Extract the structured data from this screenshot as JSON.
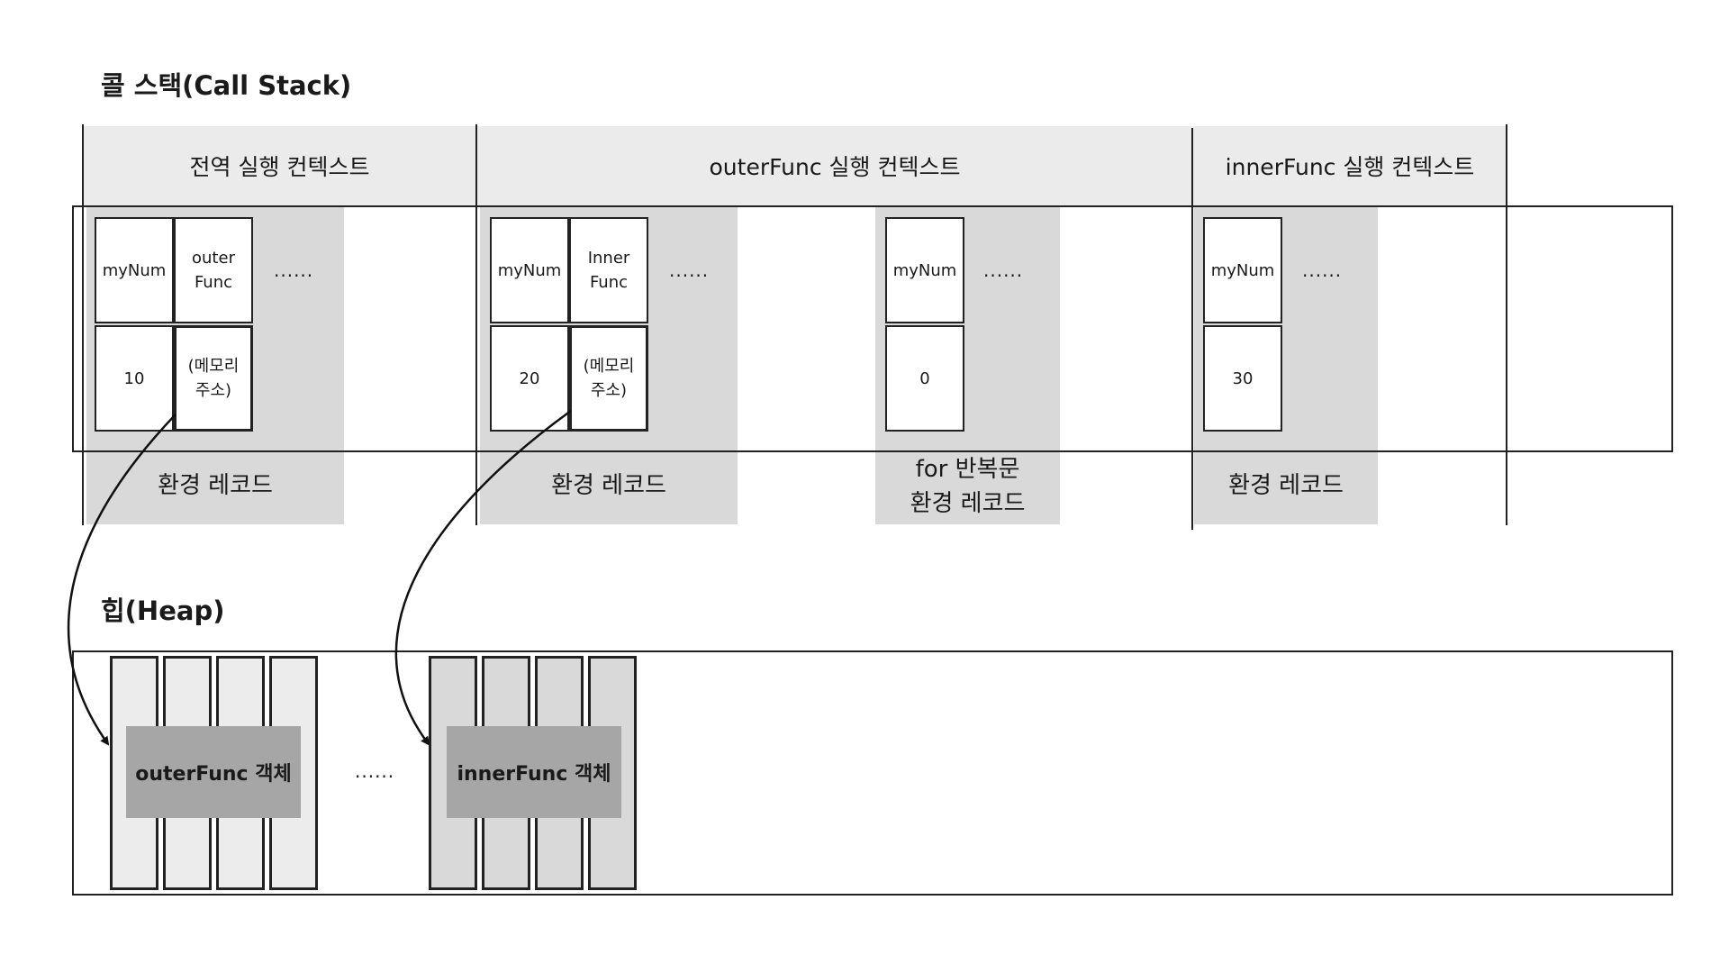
{
  "call_stack": {
    "title": "콜 스택(Call Stack)",
    "contexts": [
      "전역 실행 컨텍스트",
      "outerFunc 실행 컨텍스트",
      "innerFunc 실행 컨텍스트"
    ],
    "global": {
      "vars": [
        {
          "name": "myNum",
          "value": "10"
        },
        {
          "name": "outer\nFunc",
          "value": "(메모리\n주소)"
        }
      ],
      "more": "......",
      "label": "환경 레코드"
    },
    "outer": {
      "vars": [
        {
          "name": "myNum",
          "value": "20"
        },
        {
          "name": "Inner\nFunc",
          "value": "(메모리\n주소)"
        }
      ],
      "more": "......",
      "label": "환경 레코드"
    },
    "for_loop": {
      "vars": [
        {
          "name": "myNum",
          "value": "0"
        }
      ],
      "more": "......",
      "label": "for 반복문\n환경 레코드"
    },
    "inner": {
      "vars": [
        {
          "name": "myNum",
          "value": "30"
        }
      ],
      "more": "......",
      "label": "환경 레코드"
    }
  },
  "heap": {
    "title": "힙(Heap)",
    "objects": [
      "outerFunc 객체",
      "innerFunc 객체"
    ],
    "more": "......"
  }
}
